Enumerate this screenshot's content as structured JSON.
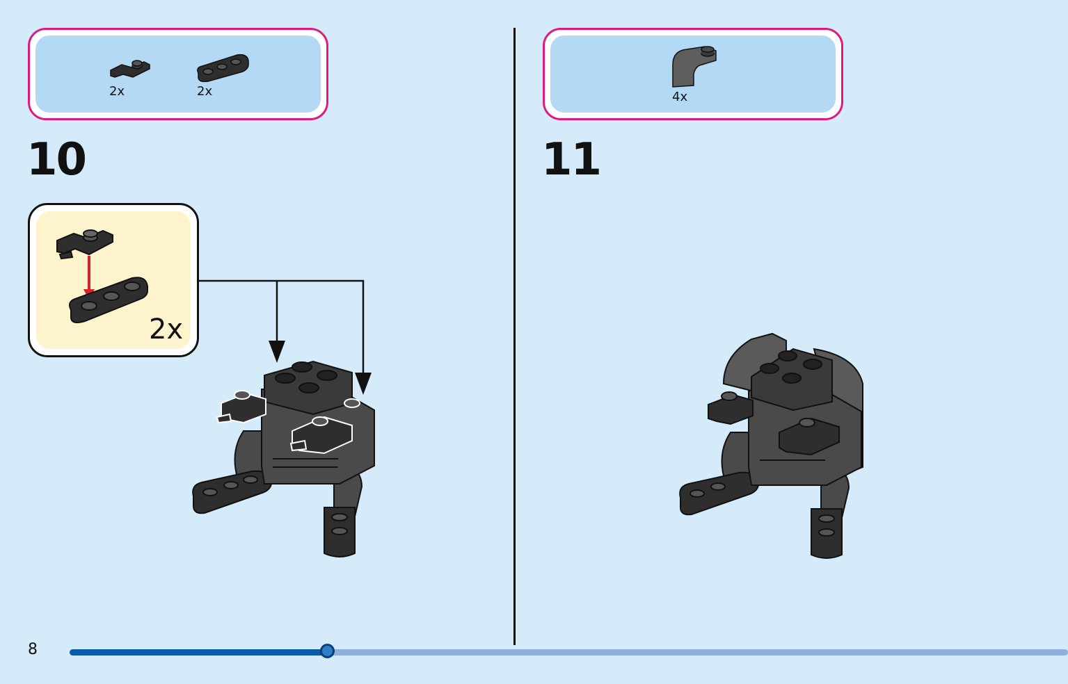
{
  "page": {
    "number": "8"
  },
  "progress": {
    "fraction": 0.2575
  },
  "steps": [
    {
      "number": "10",
      "parts": [
        {
          "icon": "plate-clip-1x1-icon",
          "qty": "2x"
        },
        {
          "icon": "plate-rounded-1x3-icon",
          "qty": "2x"
        }
      ],
      "subassembly": {
        "qty": "2x"
      }
    },
    {
      "number": "11",
      "parts": [
        {
          "icon": "curved-slope-brick-icon",
          "qty": "4x"
        }
      ]
    }
  ],
  "colors": {
    "background": "#d5ebfa",
    "parts_border": "#e0197a",
    "parts_fill": "#b4d9f5",
    "subassembly_fill": "#fdf3cc",
    "brick_dark": "#3b3b3b",
    "arrow_red": "#d8232a",
    "progress_fill": "#0a5aa8",
    "progress_track": "#8fb0de"
  }
}
